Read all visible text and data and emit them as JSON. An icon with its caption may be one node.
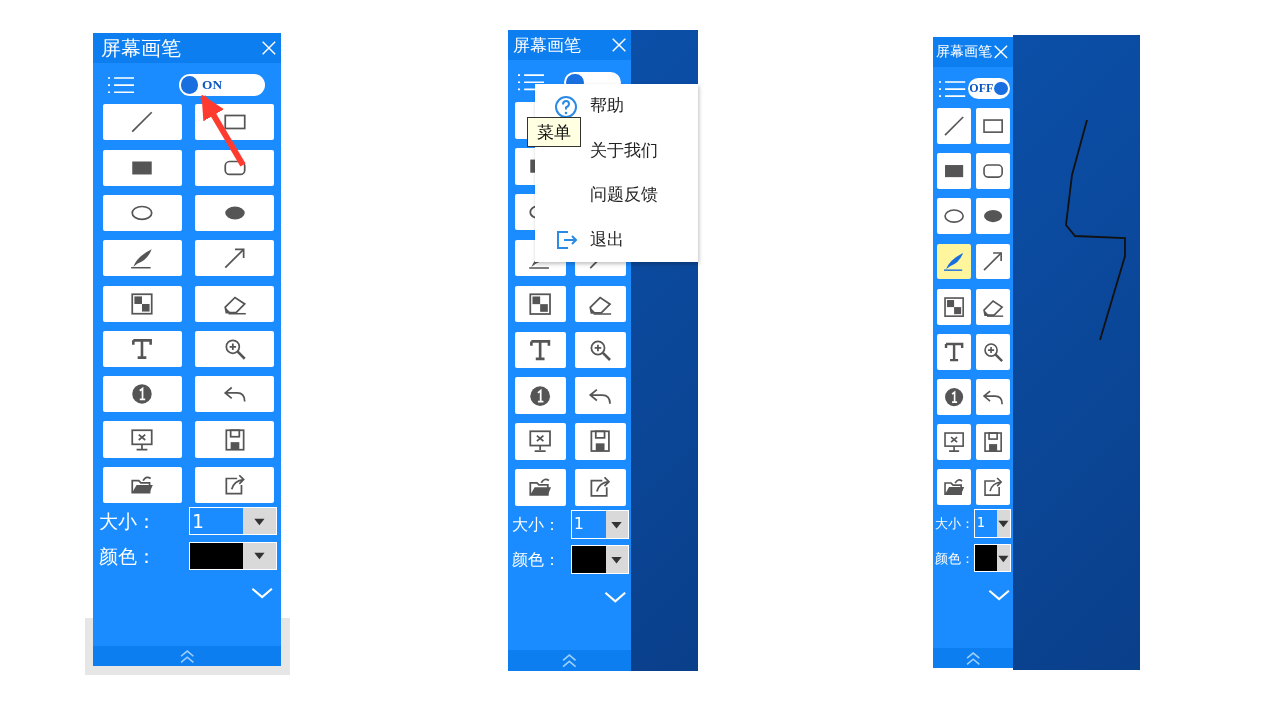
{
  "diagram": {
    "nodes": [
      {
        "text": [
          "屏幕画笔"
        ]
      },
      {
        "text": [
          "ON"
        ],
        "in": 0
      },
      {
        "text": [
          "屏幕画笔"
        ]
      },
      {
        "text": [
          "帮助",
          "关于我们",
          "问题反馈",
          "退出"
        ]
      },
      {
        "text": [
          "菜单"
        ],
        "in": 2
      },
      {
        "text": [
          "屏幕画笔"
        ]
      },
      {
        "text": [
          "OFF"
        ],
        "in": 5
      }
    ],
    "edges": [
      {
        "from": null,
        "to": 1,
        "arrow": "to",
        "color": "#ff3b30"
      }
    ],
    "labels": [
      "大小：",
      "1",
      "颜色：",
      "大小：",
      "1",
      "颜色：",
      "大小：",
      "1",
      "颜色："
    ]
  }
}
